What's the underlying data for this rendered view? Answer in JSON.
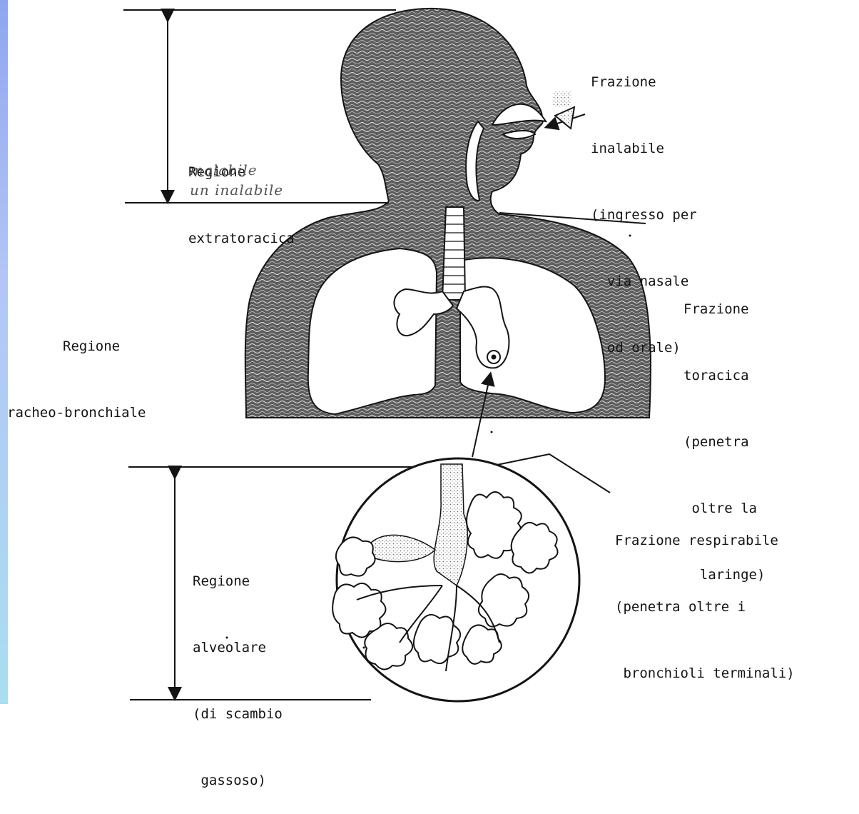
{
  "labels": {
    "extrathoracic": [
      "Regione",
      "extratoracica"
    ],
    "handwritten": [
      "malabile",
      "un inalabile"
    ],
    "inhalable": [
      "Frazione",
      "inalabile",
      "(ingresso per",
      "  via nasale",
      "  od orale)"
    ],
    "tracheobronchial": [
      "Regione",
      "racheo-bronchiale"
    ],
    "thoracic": [
      "Frazione",
      "toracica",
      "(penetra",
      " oltre la",
      "  laringe)"
    ],
    "respirable": [
      "Frazione respirabile",
      "(penetra oltre i",
      " bronchioli terminali)"
    ],
    "alveolar": [
      "Regione",
      "alveolare",
      "(di scambio",
      " gassoso)"
    ]
  },
  "colors": {
    "ink": "#141414",
    "body_fill": "#5d5d5d",
    "airway_fill": "#ffffff",
    "sidebar_top": "#8fa6ee",
    "sidebar_bottom": "#a9def0"
  }
}
